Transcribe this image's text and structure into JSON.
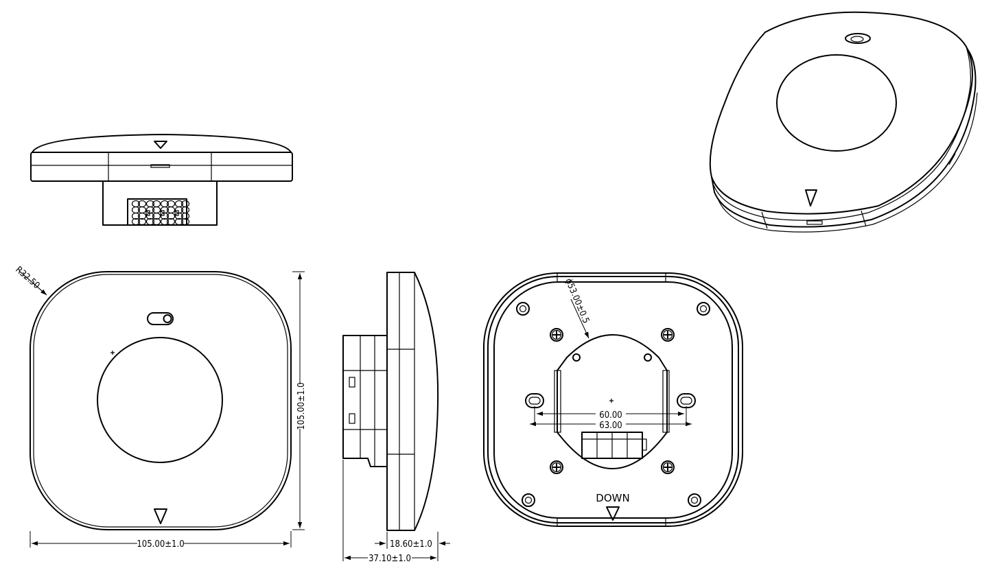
{
  "labels": {
    "radius": "R32.50",
    "front_height": "105.00±1.0",
    "front_width": "105.00±1.0",
    "side_thickness": "18.60±1.0",
    "side_depth": "37.10±1.0",
    "back_diameter": "ϕ53.00±0.5",
    "back_hole_60": "60.00",
    "back_hole_63": "63.00",
    "back_orientation": "DOWN"
  }
}
